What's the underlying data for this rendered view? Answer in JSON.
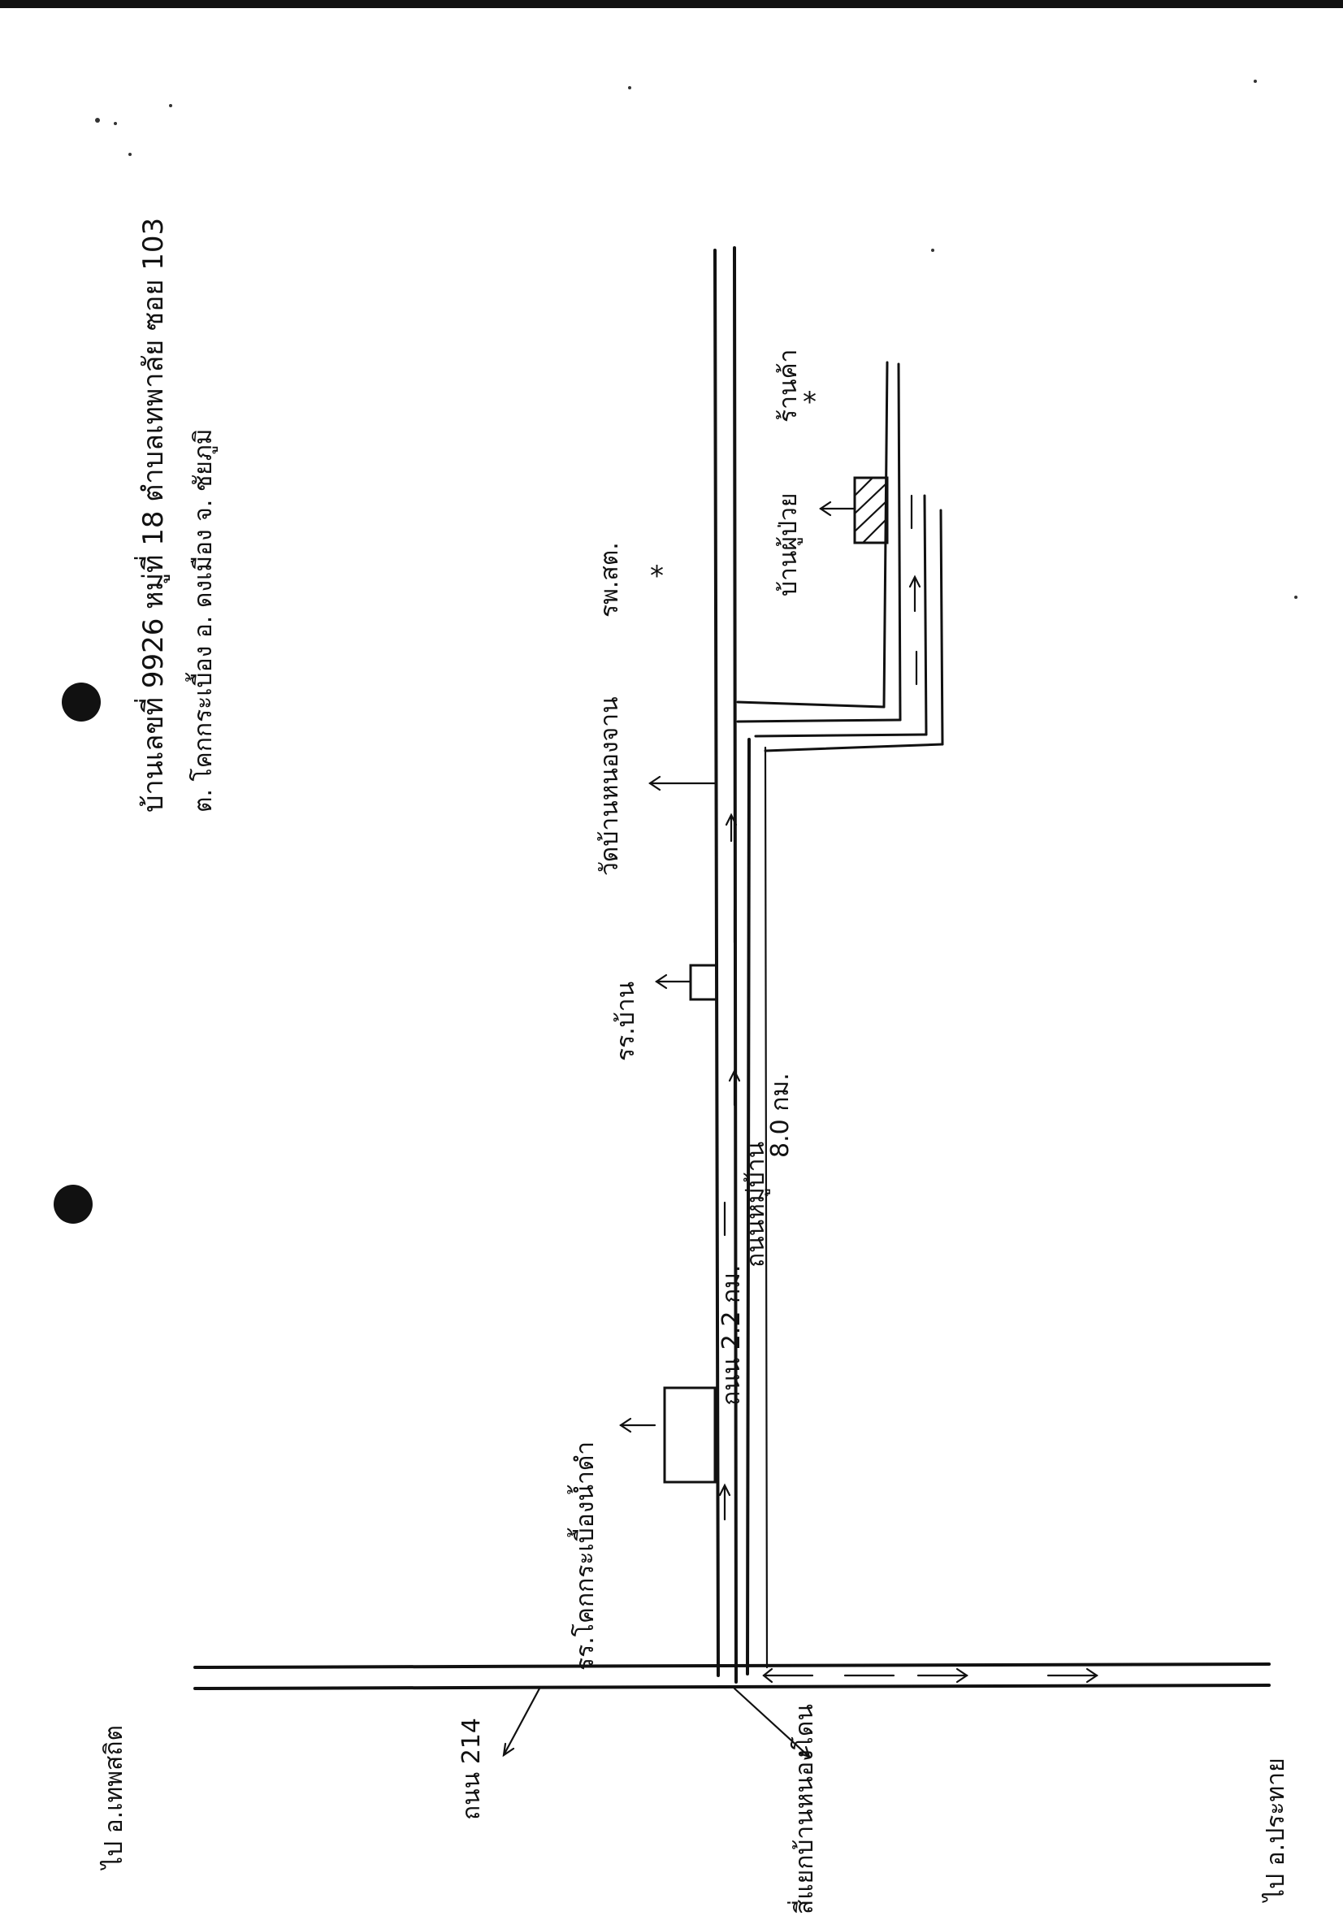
{
  "header": {
    "line1": "บ้านเลขที่ 9926 หมู่ที่ 18 ตำบลเทพาลัย ซอย 103",
    "line2": "ต. โคกกระเบื้อง อ. ดงเมือง จ. ชัยภูมิ"
  },
  "labels": {
    "to_ban_kham": "ไป อ.เทพสถิต",
    "to_prathai": "ไป อ.ประทาย",
    "road_214": "ถนน 214",
    "intersection": "สี่แยกบ้านหนองโดน",
    "school_khok": "รร.โคกกระเบื้องน้ำดำ",
    "road_length": "ถนน 2.2 กม.",
    "distance": "8.0 กม.",
    "school_ban": "รร.บ้าน",
    "temple": "วัดบ้านหนองจาน",
    "health": "รพ.สต.",
    "target_house": "บ้านผู้ป่วย",
    "shop": "ร้านค้า",
    "village_road": "ถนนหมู่บ้าน"
  },
  "colors": {
    "ink": "#111111",
    "paper": "#ffffff"
  },
  "icons": [
    "star-icon",
    "star-icon",
    "arrow-icon",
    "hatched-house-icon",
    "hole-punch-icon"
  ]
}
